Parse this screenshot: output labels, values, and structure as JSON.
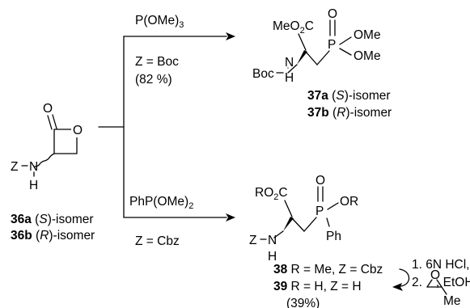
{
  "reagents": {
    "top_reagent": {
      "pre": "P(OMe)",
      "sub": "3"
    },
    "top_condition": "Z = Boc",
    "top_yield": "(82 %)",
    "bottom_reagent": {
      "pre": "PhP(OMe)",
      "sub": "2"
    },
    "bottom_condition": "Z = Cbz"
  },
  "start": {
    "o": "O",
    "ring_o": "O",
    "z": "Z",
    "n": "N",
    "h": "H",
    "label_a": {
      "num": "36a",
      "open": " (",
      "stereo": "S",
      "close": ")-isomer"
    },
    "label_b": {
      "num": "36b",
      "open": " (",
      "stereo": "R",
      "close": ")-isomer"
    }
  },
  "product37": {
    "meo2c": {
      "pre": "MeO",
      "sub": "2",
      "post": "C"
    },
    "boc": "Boc",
    "n": "N",
    "h": "H",
    "p": "P",
    "o": "O",
    "ome1": "OMe",
    "ome2": "OMe",
    "label_a": {
      "num": "37a",
      "open": " (",
      "stereo": "S",
      "close": ")-isomer"
    },
    "label_b": {
      "num": "37b",
      "open": " (",
      "stereo": "R",
      "close": ")-isomer"
    }
  },
  "product38": {
    "ro2c": {
      "pre": "RO",
      "sub": "2",
      "post": "C"
    },
    "z": "Z",
    "n": "N",
    "h": "H",
    "p": "P",
    "o": "O",
    "or": "OR",
    "ph": "Ph",
    "label_38": {
      "num": "38",
      "text": " R = Me, Z = Cbz"
    },
    "label_39": {
      "num": "39",
      "text": " R = H, Z = H"
    },
    "yield39": "(39%)"
  },
  "conversion": {
    "step1": "1. 6N HCl,",
    "step2": "2.",
    "etoh": ", EtOH",
    "epoxide_o": "O",
    "me": "Me"
  }
}
